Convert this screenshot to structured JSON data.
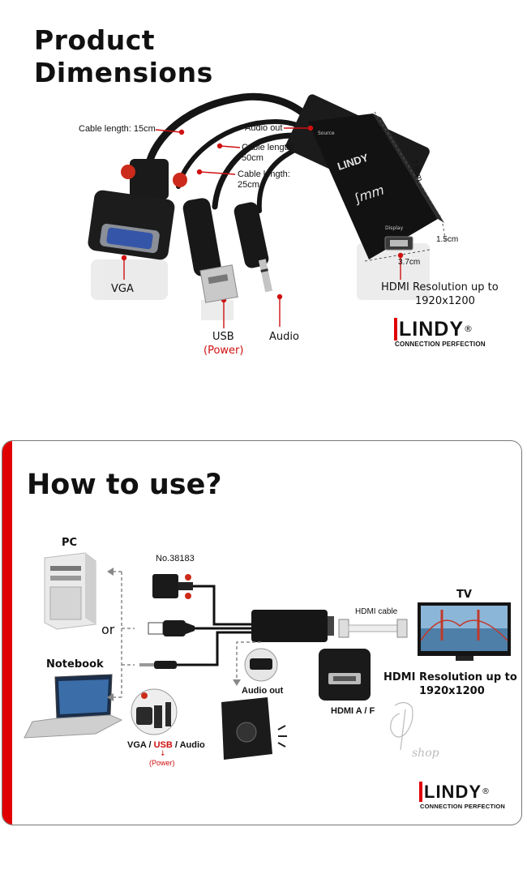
{
  "top": {
    "title_line1": "Product",
    "title_line2": "Dimensions",
    "cable_15": "Cable length: 15cm",
    "audio_out": "Audio out",
    "source": "Source",
    "cable_50_l1": "Cable length:",
    "cable_50_l2": "50cm",
    "cable_25_l1": "Cable length:",
    "cable_25_l2": "25cm",
    "dim_78": "7.8cm",
    "dim_15": "1.5cm",
    "dim_37": "3.7cm",
    "display": "Display",
    "device_brand": "LINDY",
    "vga": "VGA",
    "usb": "USB",
    "usb_power": "(Power)",
    "audio": "Audio",
    "hdmi_res_l1": "HDMI Resolution up to",
    "hdmi_res_l2": "1920x1200",
    "logo_word": "LINDY",
    "logo_reg": "®",
    "logo_tag": "CONNECTION PERFECTION"
  },
  "bottom": {
    "title": "How to use?",
    "pc": "PC",
    "or": "or",
    "notebook": "Notebook",
    "part_no": "No.38183",
    "hdmi_cable": "HDMI cable",
    "tv": "TV",
    "audio_out": "Audio out",
    "hdmi_af": "HDMI A / F",
    "hdmi_res_l1": "HDMI  Resolution up to",
    "hdmi_res_l2": "1920x1200",
    "vga_part": "VGA / ",
    "usb_part": "USB",
    "audio_part": " / Audio",
    "power": "(Power)",
    "shop_mark": "shop",
    "logo_word": "LINDY",
    "logo_reg": "®",
    "logo_tag": "CONNECTION PERFECTION"
  },
  "colors": {
    "accent_red": "#e00000",
    "device_black": "#141414",
    "panel_border": "#777777"
  }
}
